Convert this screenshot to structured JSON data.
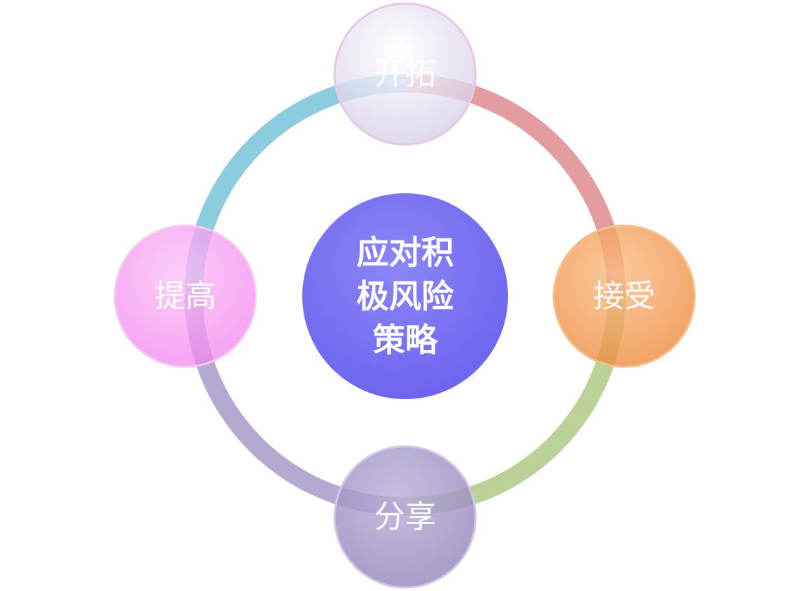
{
  "center": {
    "lines": [
      "应对积",
      "极风险",
      "策略"
    ],
    "color": "#7b74f2"
  },
  "nodes": [
    {
      "id": "top",
      "label": "开拓",
      "color": "#d9d3ea"
    },
    {
      "id": "right",
      "label": "接受",
      "color": "#f0984f"
    },
    {
      "id": "bottom",
      "label": "分享",
      "color": "#a595c6"
    },
    {
      "id": "left",
      "label": "提高",
      "color": "#f79cf3"
    }
  ],
  "ring_segments": [
    {
      "id": "top-right",
      "color": "#de8c90"
    },
    {
      "id": "right-bottom",
      "color": "#b2cd8d"
    },
    {
      "id": "bottom-left",
      "color": "#a99ac9"
    },
    {
      "id": "left-top",
      "color": "#7fc6da"
    }
  ]
}
